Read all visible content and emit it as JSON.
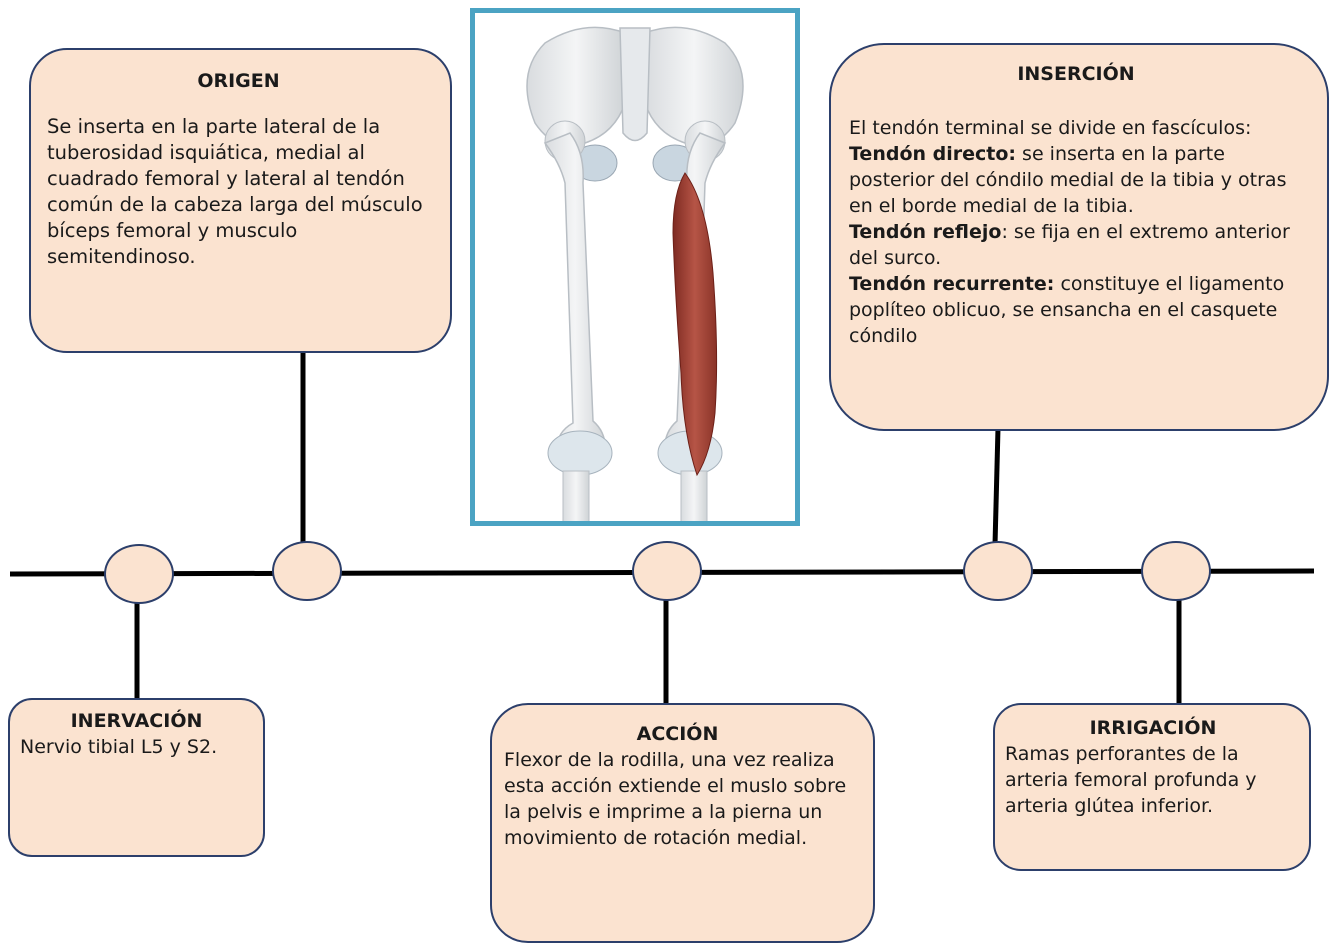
{
  "origen": {
    "title": "ORIGEN",
    "text": "Se inserta en la parte lateral de la tuberosidad isquiática, medial al cuadrado femoral y lateral al tendón común de la cabeza larga del músculo bíceps femoral y musculo semitendinoso."
  },
  "insercion": {
    "title": "INSERCIÓN",
    "intro": "El tendón terminal se divide en fascículos:",
    "items": [
      {
        "label": "Tendón directo:",
        "text": " se inserta en la parte posterior del cóndilo medial de la tibia y otras en el borde medial de la tibia."
      },
      {
        "label": "Tendón reflejo",
        "text": ": se fija en el extremo anterior del surco."
      },
      {
        "label": "Tendón recurrente:",
        "text": " constituye el ligamento poplíteo oblicuo, se ensancha en el casquete cóndilo"
      }
    ]
  },
  "inervacion": {
    "title": "INERVACIÓN",
    "text": "Nervio tibial L5 y S2."
  },
  "accion": {
    "title": "ACCIÓN",
    "text": "Flexor de la rodilla, una vez realiza esta acción extiende el muslo sobre la pelvis e imprime a la pierna un movimiento de rotación medial."
  },
  "irrigacion": {
    "title": "IRRIGACIÓN",
    "text": "Ramas perforantes de la arteria femoral profunda y arteria glútea inferior."
  },
  "colors": {
    "box_fill": "#fbe3d0",
    "box_border": "#2c3f6b",
    "frame_border": "#4ba3c3",
    "muscle": "#a8463a"
  }
}
